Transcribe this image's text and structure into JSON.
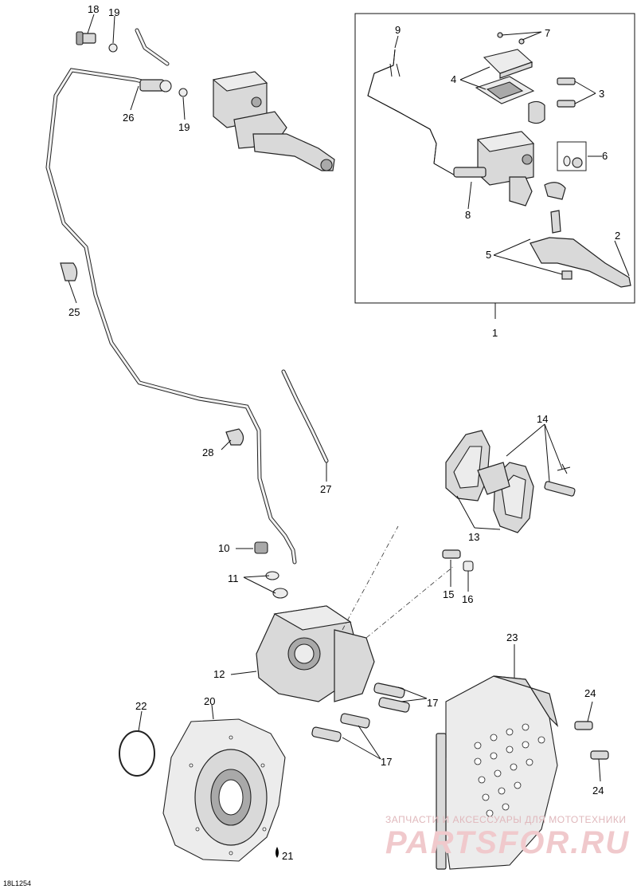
{
  "callouts": {
    "c1": "1",
    "c2": "2",
    "c3": "3",
    "c4": "4",
    "c5": "5",
    "c6": "6",
    "c7": "7",
    "c8": "8",
    "c9": "9",
    "c10": "10",
    "c11": "11",
    "c12": "12",
    "c13": "13",
    "c14": "14",
    "c15": "15",
    "c16": "16",
    "c17a": "17",
    "c17b": "17",
    "c18": "18",
    "c19a": "19",
    "c19b": "19",
    "c20": "20",
    "c21": "21",
    "c22": "22",
    "c23": "23",
    "c24a": "24",
    "c24b": "24",
    "c25": "25",
    "c26": "26",
    "c27": "27",
    "c28": "28"
  },
  "drawing_ref": "18L1254",
  "watermark": {
    "tagline": "ЗАПЧАСТИ И АКСЕССУАРЫ ДЛЯ МОТОТЕХНИКИ",
    "brand": "PARTSFOR.RU"
  },
  "colors": {
    "line": "#111111",
    "part_fill": "#d9d9d9",
    "watermark": "#f0c9cc"
  }
}
